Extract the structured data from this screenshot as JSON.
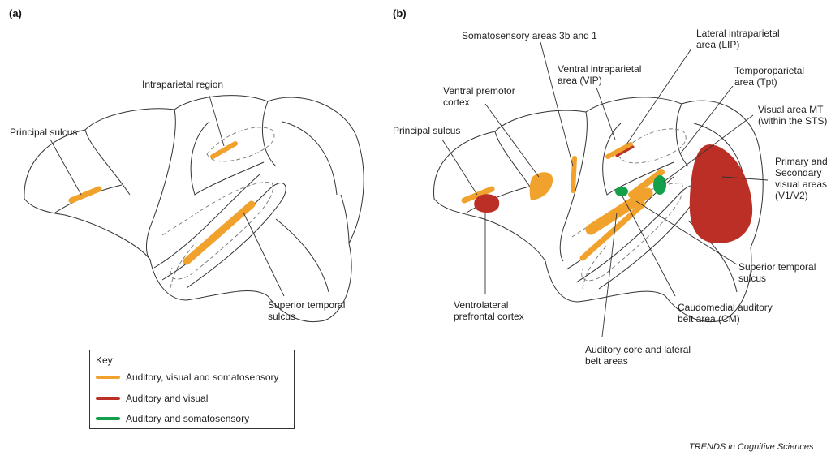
{
  "panels": {
    "a": "(a)",
    "b": "(b)"
  },
  "colors": {
    "multisensory": "#f0a22d",
    "auditory_visual": "#bb2f26",
    "auditory_somatosensory": "#14a04a"
  },
  "labels_a": {
    "intraparietal": "Intraparietal region",
    "principal": "Principal sulcus",
    "sts": [
      "Superior temporal",
      "sulcus"
    ]
  },
  "labels_b": {
    "somatosensory": "Somatosensory areas 3b and 1",
    "lip": [
      "Lateral intraparietal",
      "area (LIP)"
    ],
    "vip": [
      "Ventral intraparietal",
      "area (VIP)"
    ],
    "tpt": [
      "Temporoparietal",
      "area (Tpt)"
    ],
    "premotor": [
      "Ventral premotor",
      "cortex"
    ],
    "mt": [
      "Visual area MT",
      "(within the STS)"
    ],
    "principal": "Principal sulcus",
    "v1v2": [
      "Primary and",
      "Secondary",
      "visual areas",
      "(V1/V2)"
    ],
    "sts": [
      "Superior temporal",
      "sulcus"
    ],
    "vlpfc": [
      "Ventrolateral",
      "prefrontal cortex"
    ],
    "cm": [
      "Caudomedial auditory",
      "belt area (CM)"
    ],
    "auditory_core": [
      "Auditory core and lateral",
      "belt areas"
    ]
  },
  "key": {
    "title": "Key:",
    "items": [
      {
        "label": "Auditory, visual and somatosensory",
        "color": "#f0a22d"
      },
      {
        "label": "Auditory and visual",
        "color": "#bb2f26"
      },
      {
        "label": "Auditory and somatosensory",
        "color": "#14a04a"
      }
    ]
  },
  "footer": "TRENDS in Cognitive Sciences"
}
